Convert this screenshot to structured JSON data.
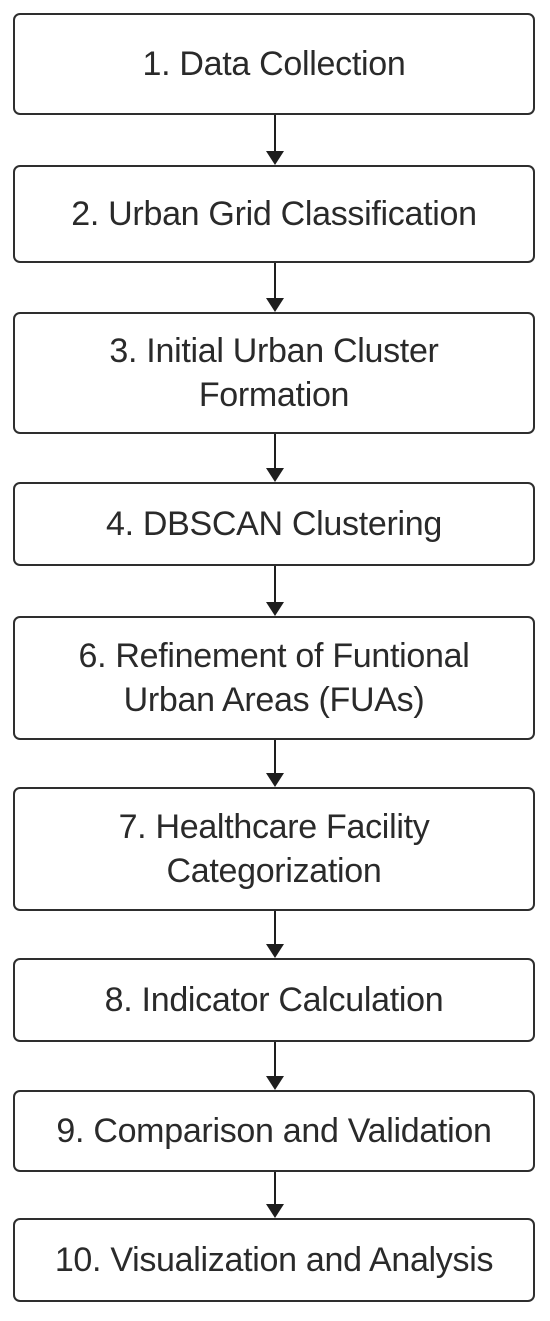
{
  "steps": [
    {
      "label": "1. Data Collection"
    },
    {
      "label": "2. Urban Grid Classification"
    },
    {
      "label": "3. Initial Urban Cluster\nFormation"
    },
    {
      "label": "4. DBSCAN Clustering"
    },
    {
      "label": "6. Refinement of Funtional\nUrban Areas (FUAs)"
    },
    {
      "label": "7. Healthcare Facility\nCategorization"
    },
    {
      "label": "8. Indicator Calculation"
    },
    {
      "label": "9. Comparison and Validation"
    },
    {
      "label": "10. Visualization and Analysis"
    }
  ]
}
